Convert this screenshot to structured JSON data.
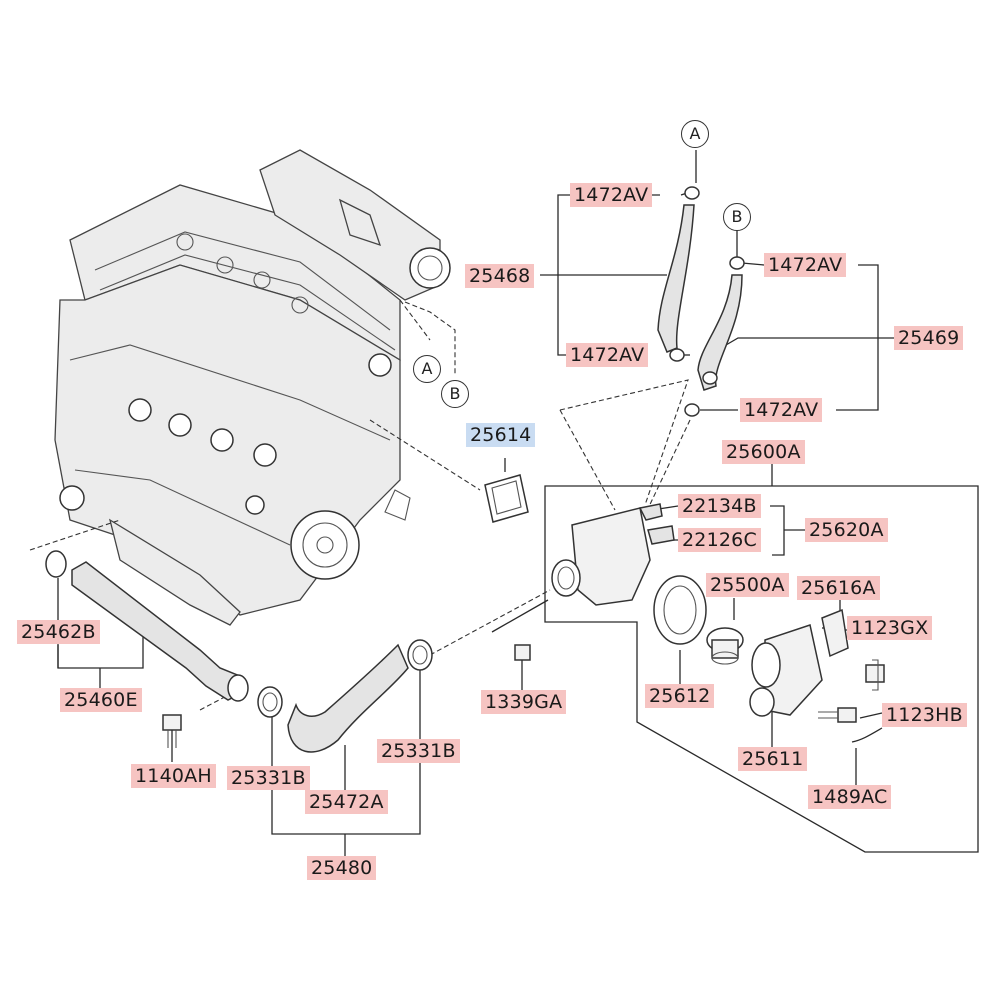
{
  "callouts": {
    "A_top": "A",
    "B_top": "B",
    "A_engine": "A",
    "B_engine": "B"
  },
  "part_labels": {
    "p1472AV_1": "1472AV",
    "p1472AV_2": "1472AV",
    "p1472AV_3": "1472AV",
    "p1472AV_4": "1472AV",
    "p25468": "25468",
    "p25469": "25469",
    "p25614": "25614",
    "p25600A": "25600A",
    "p22134B": "22134B",
    "p22126C": "22126C",
    "p25620A": "25620A",
    "p25500A": "25500A",
    "p25616A": "25616A",
    "p1123GX": "1123GX",
    "p25612": "25612",
    "p1339GA": "1339GA",
    "p1123HB": "1123HB",
    "p25611": "25611",
    "p1489AC": "1489AC",
    "p25462B": "25462B",
    "p25460E": "25460E",
    "p1140AH": "1140AH",
    "p25331B_1": "25331B",
    "p25331B_2": "25331B",
    "p25472A": "25472A",
    "p25480": "25480"
  },
  "colors": {
    "label_fill": "#f6c4c2",
    "highlight_fill": "#c9dcf2",
    "line": "#2a2a2a"
  }
}
